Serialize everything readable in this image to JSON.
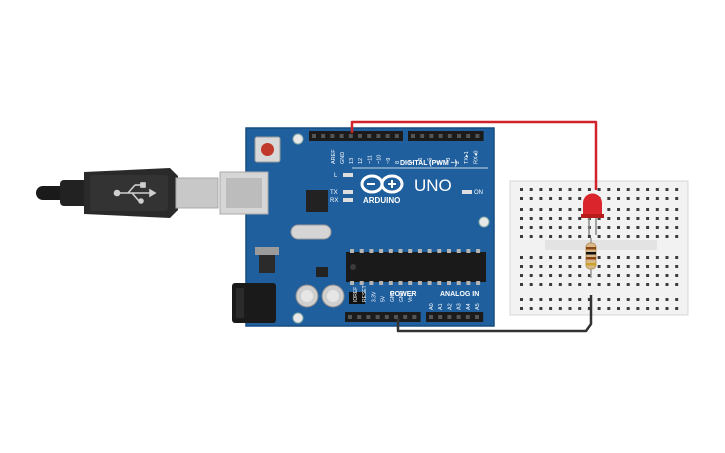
{
  "board": {
    "aref": "AREF",
    "gnd": "GND",
    "digital_pins": [
      "13",
      "12",
      "~11",
      "~10",
      "~9",
      "8",
      "7",
      "~6",
      "~5",
      "4",
      "~3",
      "2",
      "TX▸1",
      "RX◂0"
    ],
    "digital_label": "DIGITAL (PWM ~)",
    "led_l": "L",
    "led_tx": "TX",
    "led_rx": "RX",
    "logo_text": "ARDUINO",
    "model": "UNO",
    "on_label": "ON",
    "power_label": "POWER",
    "analog_label": "ANALOG IN",
    "power_pins": [
      "IOREF",
      "RESET",
      "3.3V",
      "5V",
      "GND",
      "GND",
      "Vin"
    ],
    "analog_pins": [
      "A0",
      "A1",
      "A2",
      "A3",
      "A4",
      "A5"
    ]
  },
  "colors": {
    "board": "#1f5f9e",
    "board_edge": "#164a7c",
    "wire_red": "#d1232a",
    "wire_black": "#333333",
    "led_red": "#d9252b",
    "breadboard": "#f2f2f2"
  },
  "icons": {
    "usb": "usb-symbol-icon",
    "logo": "arduino-infinity-logo-icon"
  }
}
